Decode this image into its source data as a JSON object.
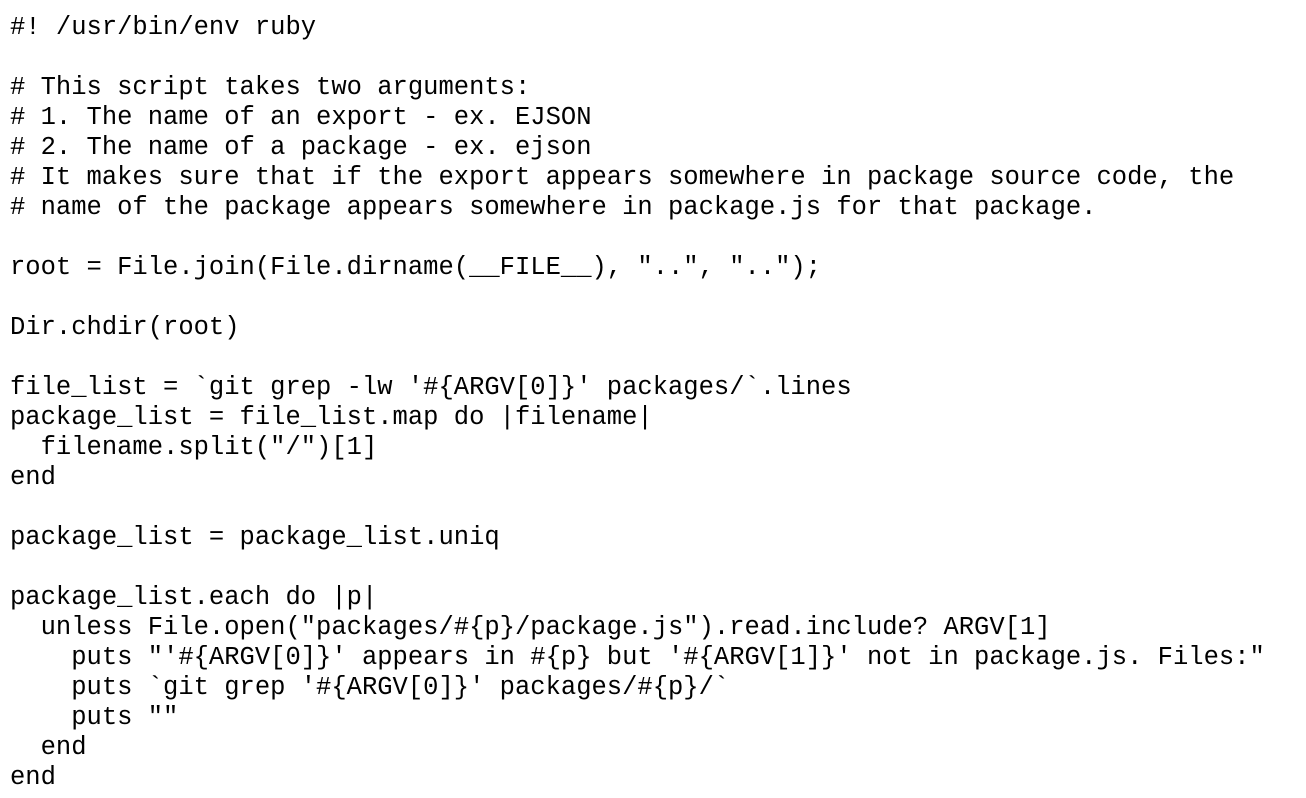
{
  "document": {
    "language": "ruby",
    "code_lines": [
      "#! /usr/bin/env ruby",
      "",
      "# This script takes two arguments:",
      "# 1. The name of an export - ex. EJSON",
      "# 2. The name of a package - ex. ejson",
      "# It makes sure that if the export appears somewhere in package source code, the",
      "# name of the package appears somewhere in package.js for that package.",
      "",
      "root = File.join(File.dirname(__FILE__), \"..\", \"..\");",
      "",
      "Dir.chdir(root)",
      "",
      "file_list = `git grep -lw '#{ARGV[0]}' packages/`.lines",
      "package_list = file_list.map do |filename|",
      "  filename.split(\"/\")[1]",
      "end",
      "",
      "package_list = package_list.uniq",
      "",
      "package_list.each do |p|",
      "  unless File.open(\"packages/#{p}/package.js\").read.include? ARGV[1]",
      "    puts \"'#{ARGV[0]}' appears in #{p} but '#{ARGV[1]}' not in package.js. Files:\"",
      "    puts `git grep '#{ARGV[0]}' packages/#{p}/`",
      "    puts \"\"",
      "  end",
      "end"
    ]
  }
}
